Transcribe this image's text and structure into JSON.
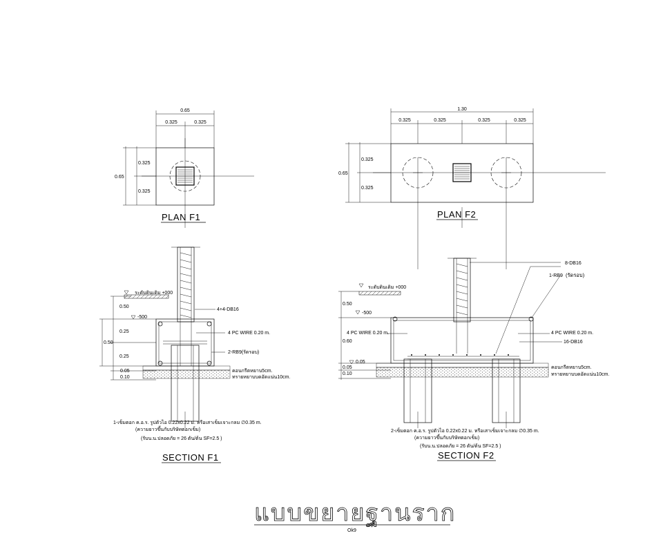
{
  "plan_f1": {
    "title": "PLAN  F1",
    "dim_total_w": "0.65",
    "dim_half_w_left": "0.325",
    "dim_half_w_right": "0.325",
    "dim_total_h": "0.65",
    "dim_half_h_top": "0.325",
    "dim_half_h_bottom": "0.325"
  },
  "plan_f2": {
    "title": "PLAN  F2",
    "dim_total_w": "1.30",
    "dim_q1": "0.325",
    "dim_q2": "0.325",
    "dim_q3": "0.325",
    "dim_q4": "0.325",
    "dim_total_h": "0.65",
    "dim_half_h_top": "0.325",
    "dim_half_h_bottom": "0.325"
  },
  "section_f1": {
    "title": "SECTION  F1",
    "ground_label": "ระดับดินเดิม +000",
    "level_label": "-500",
    "dim_a": "0.50",
    "dim_b": "0.25",
    "dim_c": "0.25",
    "dim_total": "0.50",
    "dim_d": "0.05",
    "dim_e": "0.10",
    "callout_rebar": "4+4-DB16",
    "callout_wire": "4 PC WIRE 0.20 m.",
    "callout_rb": "2-RB9(รัดรอบ)",
    "callout_lean1": "คอนกรีตหยาบ5cm.",
    "callout_lean2": "ทรายหยาบบดอัดแน่น10cm.",
    "note1": "1-เข็มตอก ค.อ.ร. รูปตัวไอ  0.22x0.22  ม. หรือเสาเข็มเจาะกลม ∅0.35 m.",
    "note2": "(ความยาวขึ้นกับบริษัทตอกเข็ม)",
    "note3": "(รับน.น.ปลอดภัย = 26  ตัน/ต้น SF=2.5 )"
  },
  "section_f2": {
    "title": "SECTION  F2",
    "ground_label": "ระดับดินเดิม +000",
    "level_label": "-500",
    "dim_a": "0.50",
    "dim_b": "0.60",
    "dim_d": "0.05",
    "dim_e": "0.10",
    "level_05": "0.05",
    "callout_db16": "8-DB16",
    "callout_rb9": "1-RB9",
    "callout_rb9_note": "(รัดรอบ)",
    "callout_wire_left": "4 PC WIRE 0.20 m.",
    "callout_wire_right": "4 PC WIRE 0.20 m.",
    "callout_bottom": "16-DB16",
    "callout_lean1": "คอนกรีตหยาบ5cm.",
    "callout_lean2": "ทรายหยาบบดอัดแน่น10cm.",
    "note1": "2-เข็มตอก ค.อ.ร. รูปตัวไอ  0.22x0.22  ม. หรือเสาเข็มเจาะกลม ∅0.35 m.",
    "note2": "(ความยาวขึ้นกับบริษัทตอกเข็ม)",
    "note3": "(รับน.น.ปลอดภัย = 26  ตัน/ต้น SF=2.5 )"
  },
  "sheet": {
    "title": "แบบขยายฐานราก",
    "subtitle": "Ok9"
  }
}
